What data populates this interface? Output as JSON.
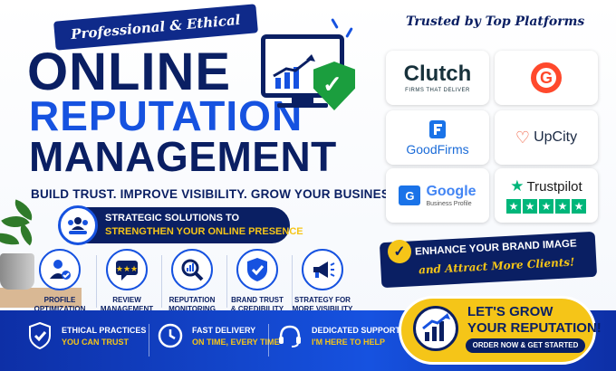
{
  "badge": {
    "text": "Professional & Ethical"
  },
  "headline": {
    "line1": "ONLINE",
    "line2": "REPUTATION",
    "line3": "MANAGEMENT"
  },
  "tagline": "BUILD TRUST. IMPROVE VISIBILITY. GROW YOUR BUSINESS.",
  "strategy": {
    "line1": "STRATEGIC SOLUTIONS TO",
    "line2": "STRENGTHEN YOUR ONLINE PRESENCE"
  },
  "features": [
    {
      "label1": "PROFILE",
      "label2": "OPTIMIZATION",
      "icon": "user-check-icon"
    },
    {
      "label1": "REVIEW",
      "label2": "MANAGEMENT",
      "icon": "review-icon"
    },
    {
      "label1": "REPUTATION",
      "label2": "MONITORING",
      "icon": "monitoring-icon"
    },
    {
      "label1": "BRAND TRUST",
      "label2": "& CREDIBILITY",
      "icon": "shield-icon"
    },
    {
      "label1": "STRATEGY FOR",
      "label2": "MORE VISIBILITY",
      "icon": "megaphone-icon"
    }
  ],
  "trusted": "Trusted by Top Platforms",
  "platforms": {
    "clutch": {
      "name": "Clutch",
      "sub": "FIRMS THAT DELIVER"
    },
    "g2": {
      "name": "G"
    },
    "goodfirms": {
      "name": "GoodFirms"
    },
    "upcity": {
      "name": "UpCity"
    },
    "google": {
      "name": "Google",
      "sub": "Business Profile"
    },
    "trustpilot": {
      "name": "Trustpilot"
    }
  },
  "enhance": {
    "line1": "ENHANCE YOUR BRAND IMAGE",
    "line2": "and Attract More Clients!"
  },
  "bottom": [
    {
      "line1": "ETHICAL PRACTICES",
      "line2": "YOU CAN TRUST",
      "icon": "shield-check-icon"
    },
    {
      "line1": "FAST DELIVERY",
      "line2": "ON TIME, EVERY TIME",
      "icon": "clock-icon"
    },
    {
      "line1": "DEDICATED SUPPORT",
      "line2": "I'M HERE TO HELP",
      "icon": "headset-icon"
    }
  ],
  "cta": {
    "line1": "LET'S GROW",
    "line2": "YOUR REPUTATION!",
    "button": "ORDER NOW & GET STARTED"
  },
  "colors": {
    "navy": "#0a1f63",
    "blue": "#1652e0",
    "yellow": "#f5c518",
    "green": "#1b9e3e"
  }
}
